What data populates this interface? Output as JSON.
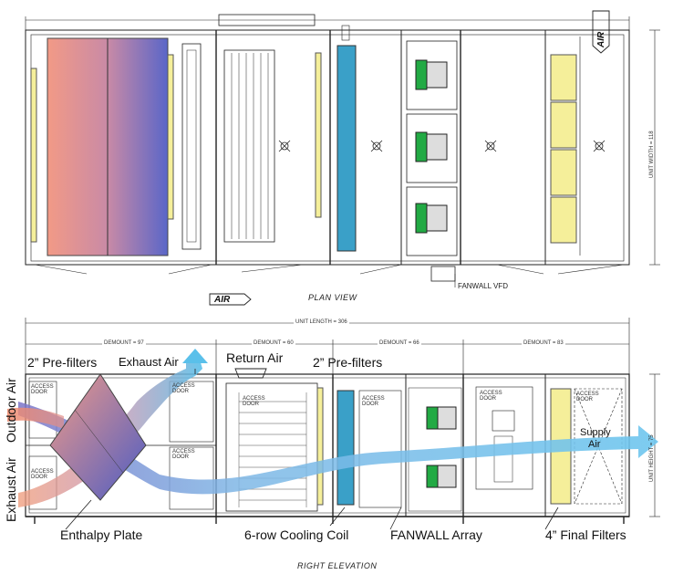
{
  "plan": {
    "air_label_top": "AIR",
    "air_label_left": "AIR",
    "title": "PLAN VIEW",
    "fanwall_vfd": "FANWALL VFD",
    "unit_width": "UNIT WIDTH = 118"
  },
  "elevation": {
    "title": "RIGHT ELEVATION",
    "unit_length": "UNIT LENGTH = 306",
    "unit_height": "UNIT HEIGHT = 75",
    "demount": [
      "DEMOUNT = 97",
      "DEMOUNT = 60",
      "DEMOUNT = 66",
      "DEMOUNT = 83"
    ],
    "access_door": "ACCESS DOOR"
  },
  "callouts": {
    "pre_filters_left": "2” Pre-filters",
    "exhaust_air_top": "Exhaust Air",
    "return_air": "Return Air",
    "pre_filters_right": "2” Pre-filters",
    "outdoor_air": "Outdoor Air",
    "exhaust_air_side": "Exhaust Air",
    "supply_air_1": "Supply",
    "supply_air_2": "Air",
    "enthalpy_plate": "Enthalpy Plate",
    "cooling_coil": "6-row Cooling Coil",
    "fanwall_array": "FANWALL Array",
    "final_filters": "4” Final Filters"
  },
  "colors": {
    "line": "#222222",
    "warm": "#f0907a",
    "cool": "#6a6ec8",
    "coil": "#3aa0c8",
    "fan": "#22aa44",
    "filter": "#f5ef9a",
    "supply": "#6ec6ee"
  }
}
